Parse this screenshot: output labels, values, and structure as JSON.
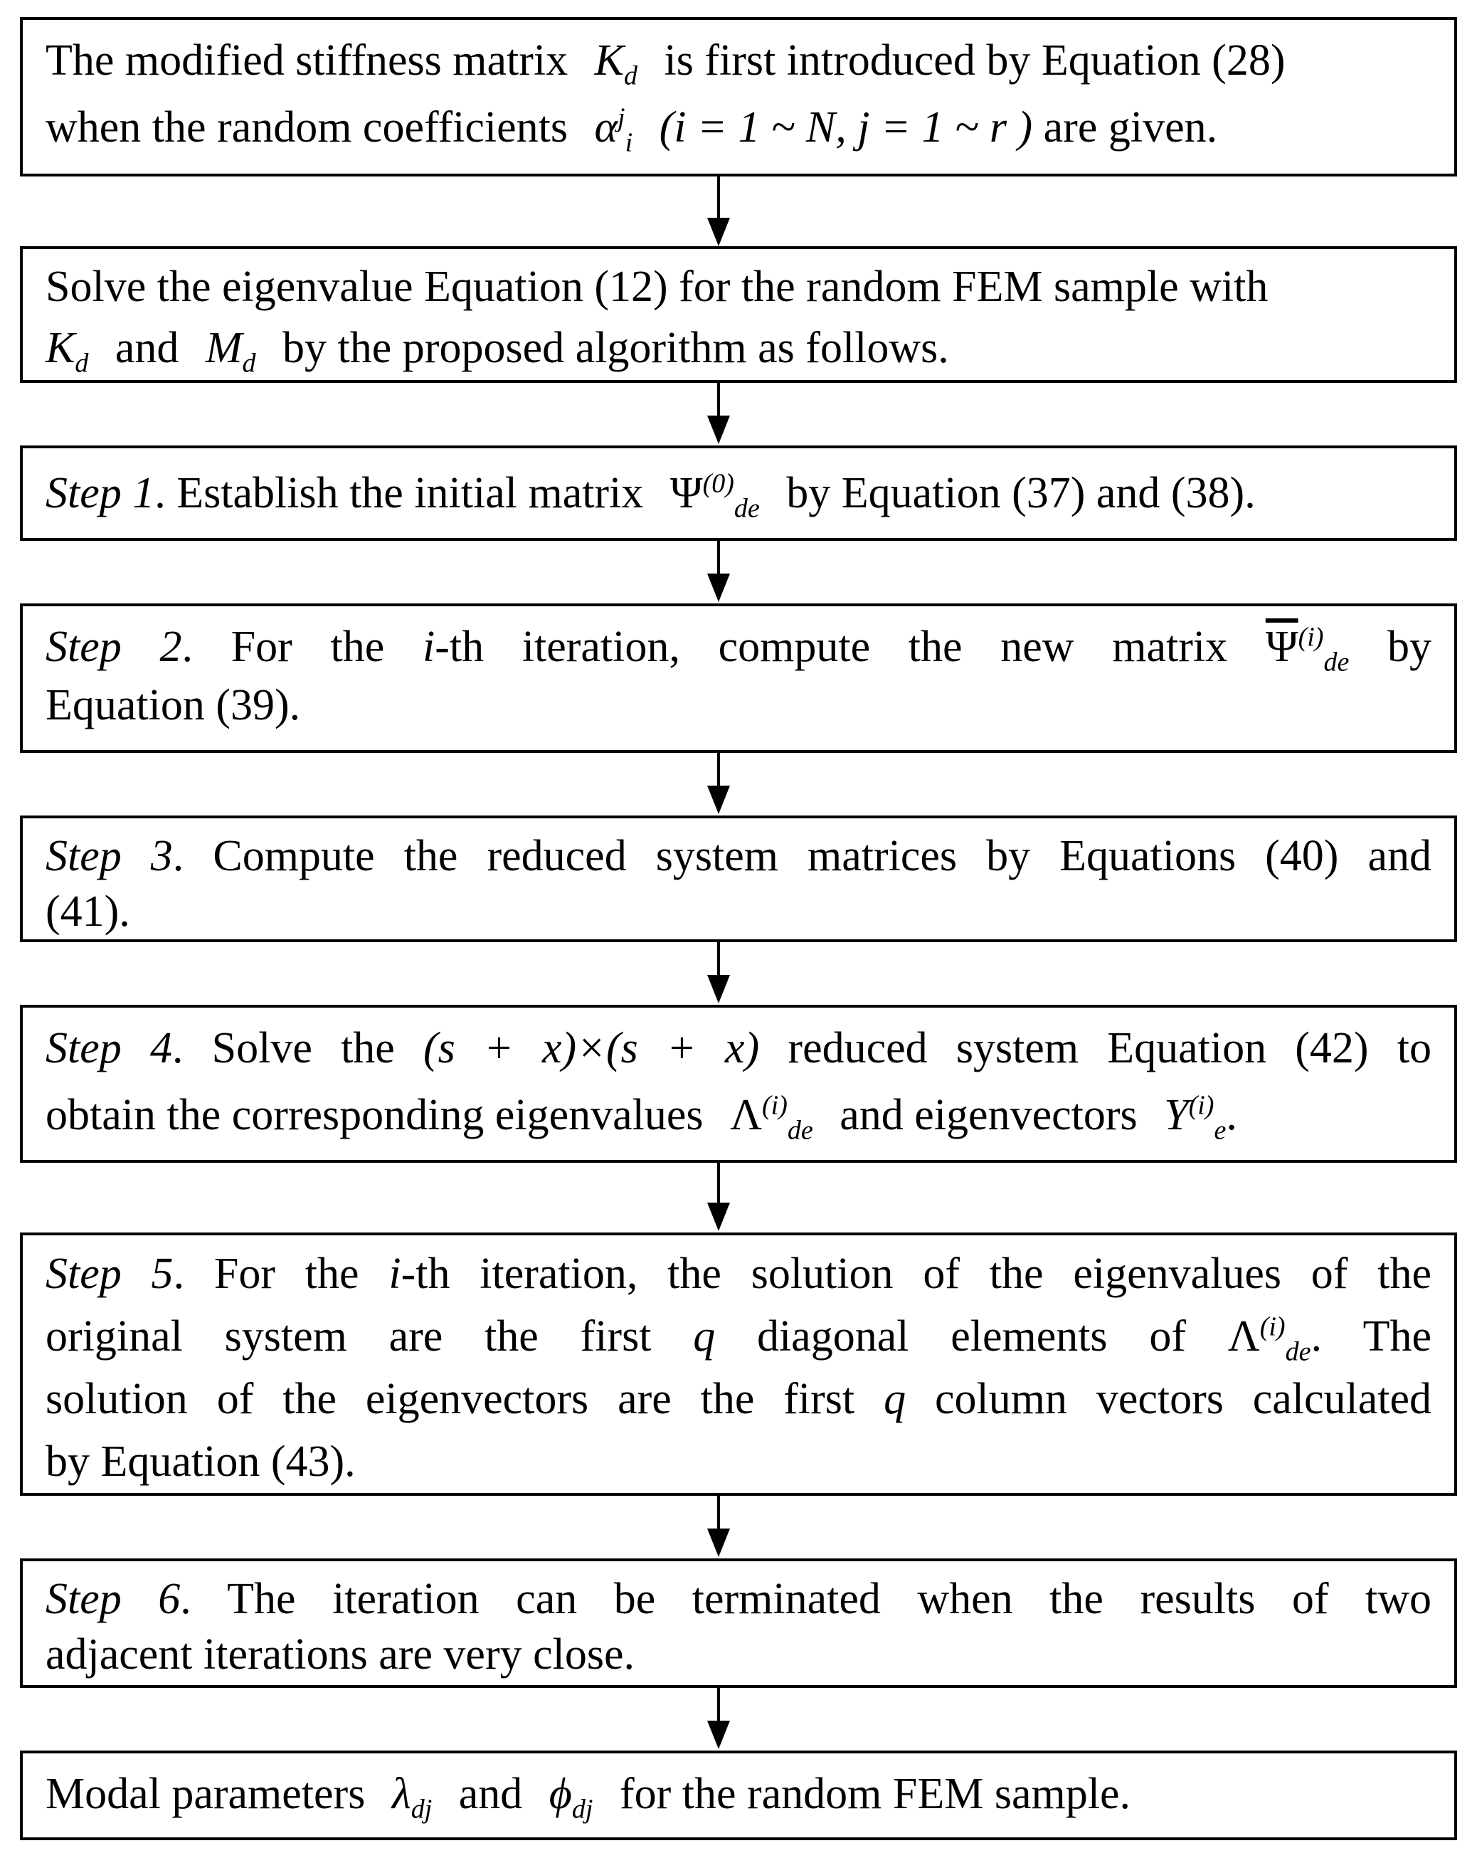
{
  "boxes": [
    {
      "line1": "The modified stiffness matrix",
      "sym1": "K",
      "sym1_sub": "d",
      "line1b": "is first introduced by Equation (28)",
      "line2": "when the random coefficients",
      "alpha": "α",
      "alpha_sub": "i",
      "alpha_sup": "j",
      "range": "(i = 1 ~ N, j = 1 ~ r )",
      "line2b": "are given."
    },
    {
      "line1": "Solve the eigenvalue Equation (12) for the random FEM sample with",
      "symK": "K",
      "symK_sub": "d",
      "and": "and",
      "symM": "M",
      "symM_sub": "d",
      "line2b": "by the proposed algorithm as follows."
    },
    {
      "step": "Step 1",
      "text_a": ". Establish the initial matrix",
      "psi": "Ψ",
      "psi_sub": "de",
      "psi_sup": "(0)",
      "text_b": "by Equation (37) and (38)."
    },
    {
      "step": "Step 2",
      "text_a": ". For the",
      "i": "i",
      "text_b": "-th iteration, compute the new matrix",
      "psi": "Ψ",
      "psi_sub": "de",
      "psi_sup": "(i)",
      "text_c": "by",
      "line2": "Equation (39)."
    },
    {
      "step": "Step 3",
      "text_a": ". Compute the reduced system matrices by Equations (40) and",
      "line2": "(41)."
    },
    {
      "step": "Step 4",
      "text_a": ". Solve the",
      "expr": "(s + x)×(s + x)",
      "text_b": "reduced system Equation (42) to",
      "line2": "obtain the corresponding eigenvalues",
      "lam": "Λ",
      "lam_sub": "de",
      "lam_sup": "(i)",
      "and_eig": "and eigenvectors",
      "y": "Y",
      "y_sub": "e",
      "y_sup": "(i)",
      "end": "."
    },
    {
      "step": "Step 5",
      "text_a": ". For the",
      "i": "i",
      "text_b": "-th iteration, the solution of the eigenvalues of the",
      "line2a": "original system are the first",
      "q": "q",
      "line2b": "diagonal elements of",
      "lam": "Λ",
      "lam_sub": "de",
      "lam_sup": "(i)",
      "line2c": ". The",
      "line3a": "solution of the eigenvectors are the first",
      "line3b": "column vectors calculated",
      "line4": "by Equation (43)."
    },
    {
      "step": "Step 6",
      "text_a": ". The iteration can be terminated when the results of two",
      "line2": "adjacent iterations are very close."
    },
    {
      "line_a": "Modal parameters",
      "lam": "λ",
      "lam_sub": "dj",
      "and": "and",
      "phi": "ϕ",
      "phi_sub": "dj",
      "line_b": "for the random FEM sample."
    }
  ]
}
